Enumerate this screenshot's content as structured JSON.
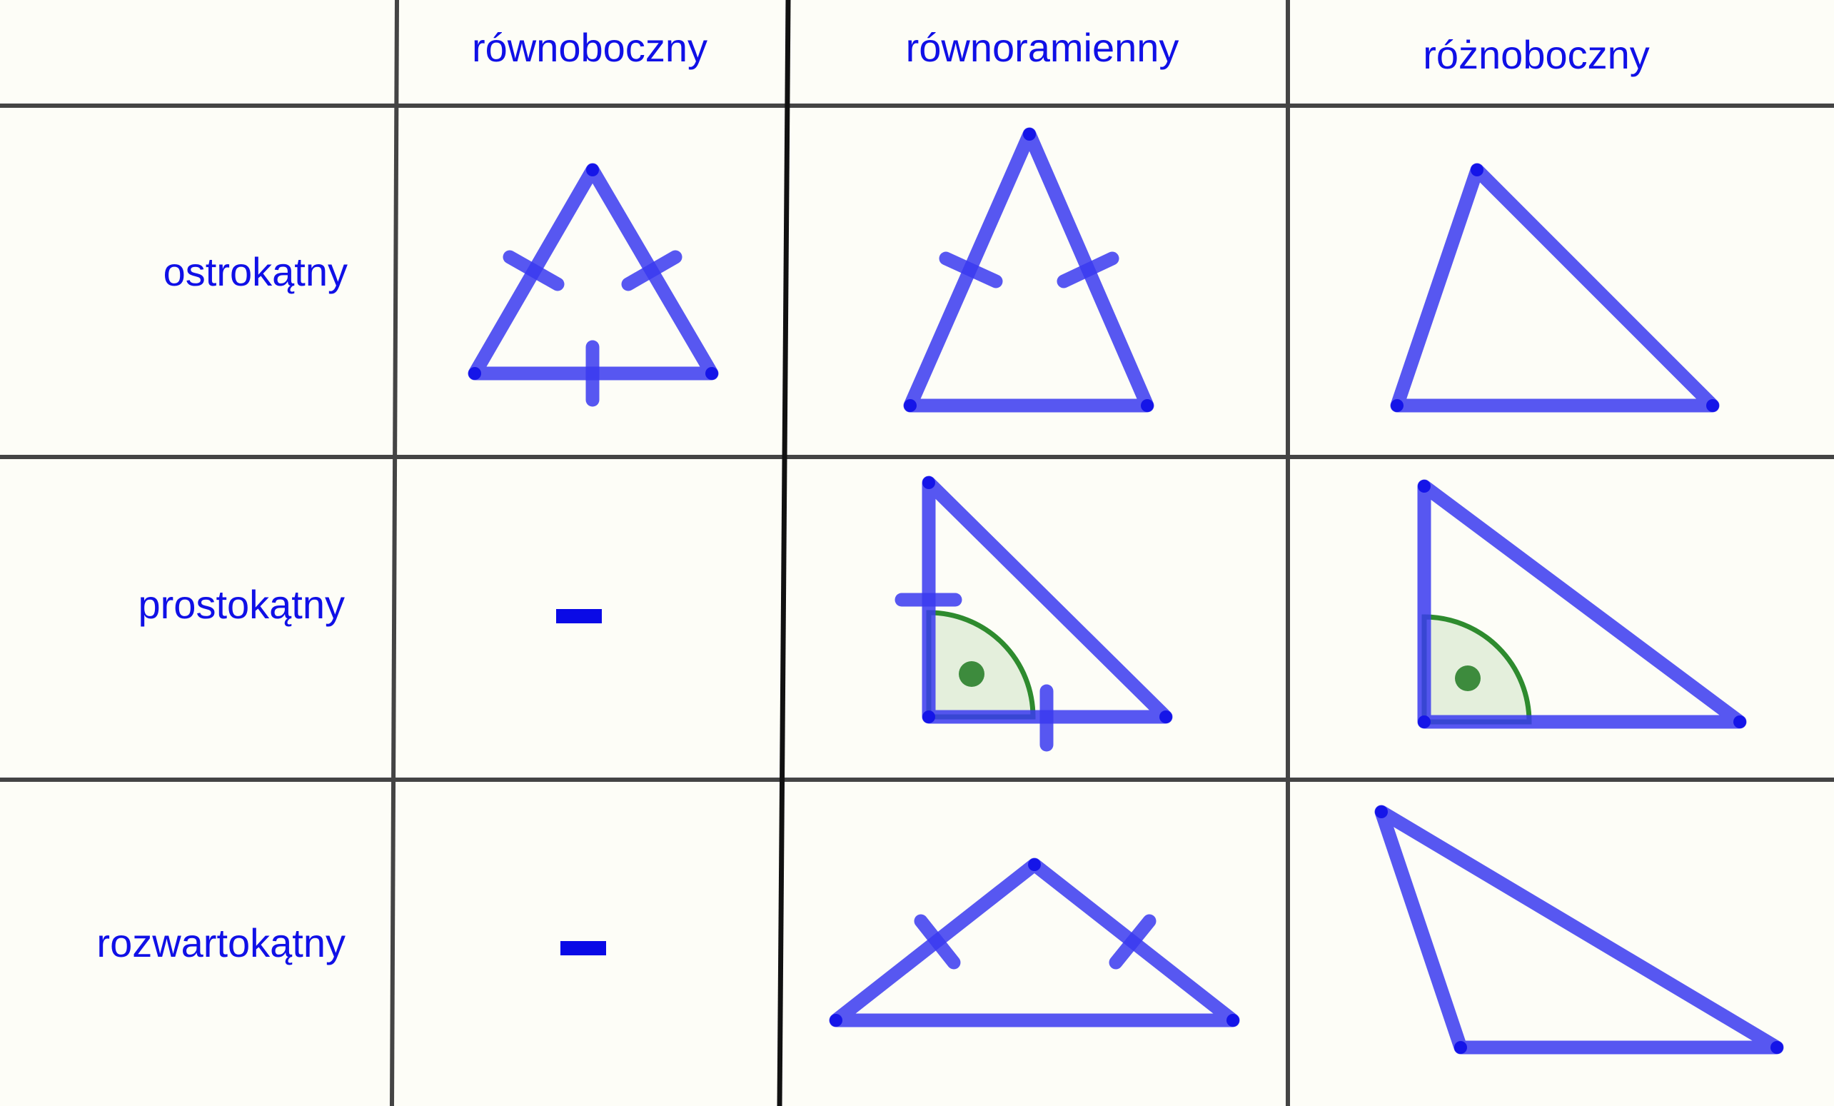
{
  "columns": [
    "równoboczny",
    "równoramienny",
    "różnoboczny"
  ],
  "rows": [
    "ostrokątny",
    "prostokątny",
    "rozwartokątny"
  ],
  "empty_cells": {
    "equilateral_right": "-",
    "equilateral_obtuse": "-"
  },
  "colors": {
    "text": "#1010e6",
    "triangle_stroke": "#3a3af0",
    "grid": "#444444",
    "right_angle_marker": "#2e8b2e",
    "background": "#fdfdf7"
  }
}
